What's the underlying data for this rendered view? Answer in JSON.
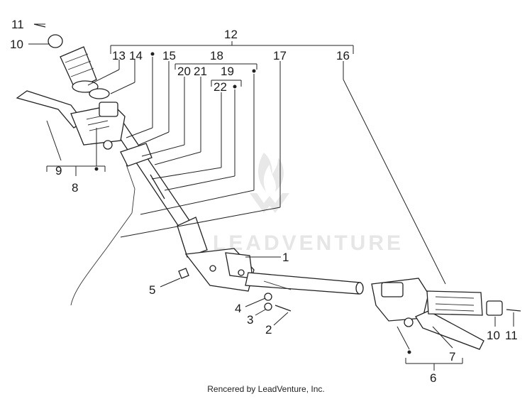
{
  "watermark": {
    "text": "LEADVENTURE"
  },
  "footer": {
    "text": "Rencered by LeadVenture, Inc."
  },
  "callouts": {
    "c1": "1",
    "c2": "2",
    "c3": "3",
    "c4": "4",
    "c5": "5",
    "c6": "6",
    "c7": "7",
    "c8": "8",
    "c9": "9",
    "c10a": "10",
    "c10b": "10",
    "c11a": "11",
    "c11b": "11",
    "c12": "12",
    "c13": "13",
    "c14": "14",
    "c15": "15",
    "c16": "16",
    "c17": "17",
    "c18": "18",
    "c19": "19",
    "c20": "20",
    "c21": "21",
    "c22": "22"
  }
}
